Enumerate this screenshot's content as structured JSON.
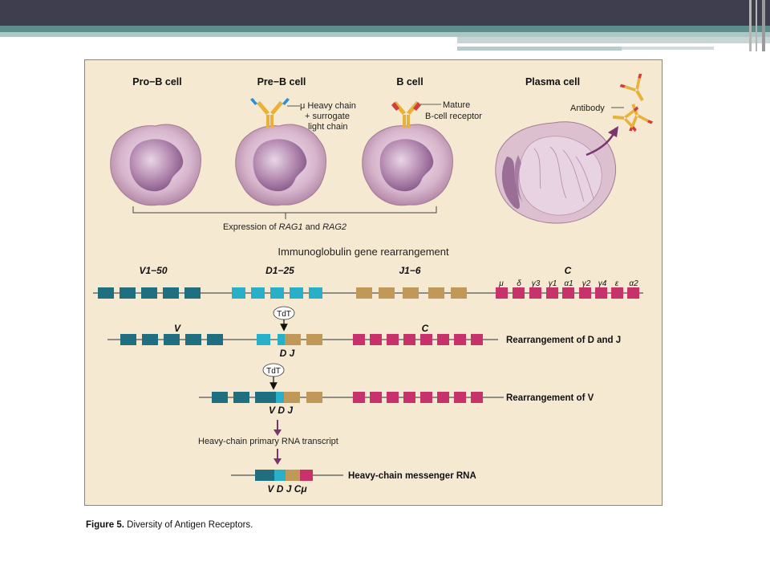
{
  "figure": {
    "cell_labels": [
      "Pro−B cell",
      "Pre−B cell",
      "B cell",
      "Plasma cell"
    ],
    "pre_b_receptor": [
      "μ Heavy chain",
      "+ surrogate",
      "light chain"
    ],
    "mature_receptor": [
      "Mature",
      "B-cell receptor"
    ],
    "antibody_label": "Antibody",
    "rag_expression": {
      "pre": "Expression of ",
      "rag1": "RAG1",
      "and": " and ",
      "rag2": "RAG2"
    },
    "section_title": "Immunoglobulin gene rearrangement",
    "segment_headers": {
      "v": "V1−50",
      "d": "D1−25",
      "j": "J1−6",
      "c": "C"
    },
    "constant_genes": [
      "μ",
      "δ",
      "γ3",
      "γ1",
      "α1",
      "γ2",
      "γ4",
      "ε",
      "α2"
    ],
    "tdt": "TdT",
    "row2": {
      "v": "V",
      "c": "C",
      "dj": "D J",
      "label": "Rearrangement of D and J"
    },
    "row3": {
      "vdj": "V  D  J",
      "label": "Rearrangement of V"
    },
    "primary_transcript": "Heavy-chain primary RNA transcript",
    "mrna": {
      "label": "Heavy-chain messenger RNA",
      "segments": "V  D  J  Cμ"
    },
    "colors": {
      "v": "#1f6f80",
      "d": "#29b0c9",
      "j": "#c09858",
      "c": "#c8326a",
      "arrow": "#7a3470",
      "background": "#f5e9d2"
    }
  },
  "caption": {
    "label": "Figure 5.",
    "text": " Diversity of Antigen Receptors."
  }
}
